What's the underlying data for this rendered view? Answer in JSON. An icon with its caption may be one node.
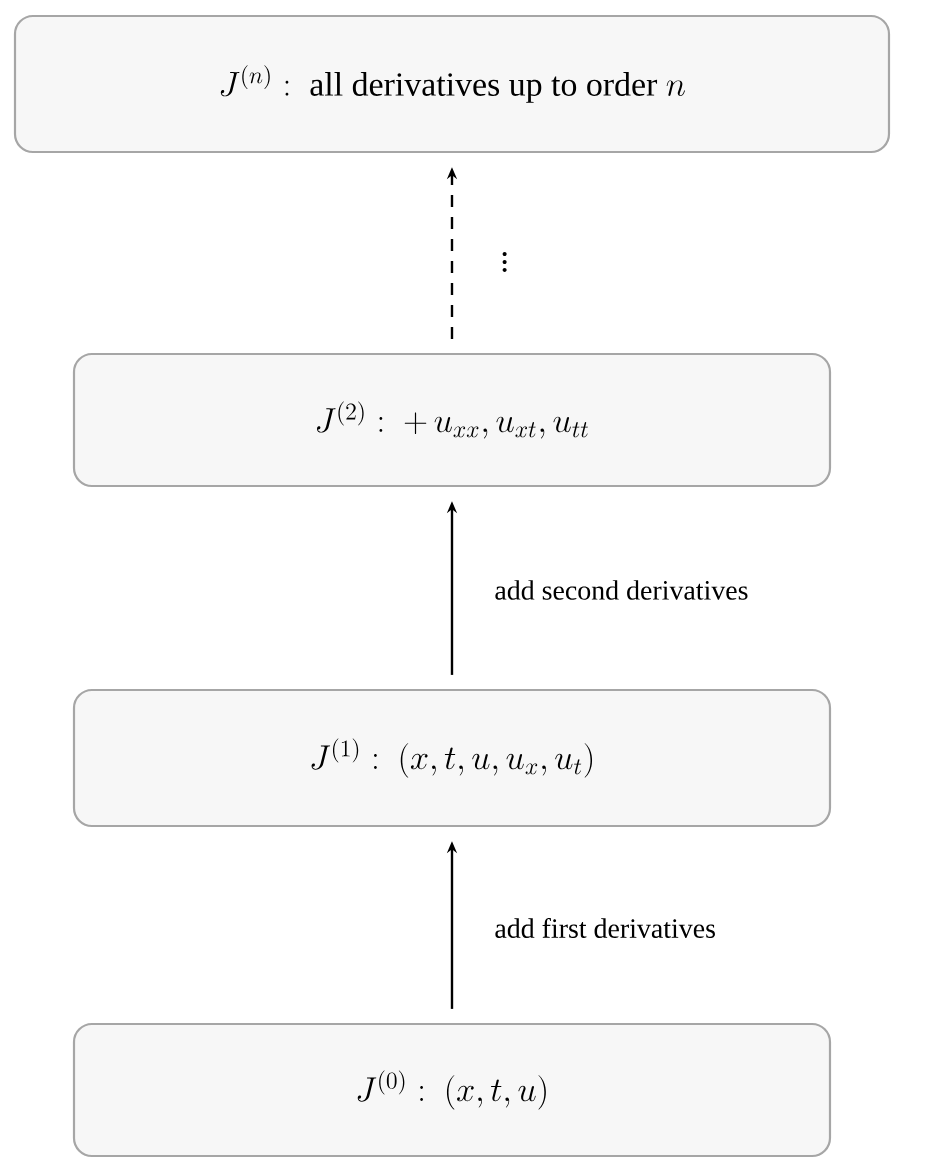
{
  "diagram": {
    "nodes": [
      {
        "text": [
          "J^{(0)}:\\ (x,t,u)"
        ]
      },
      {
        "text": [
          "J^{(1)}:\\ (x,t,u,u_x,u_t)"
        ]
      },
      {
        "text": [
          "J^{(2)}:\\ +\\,u_{xx},u_{xt},u_{tt}"
        ]
      },
      {
        "text": [
          "J^{(n)}:\\ \\mbox{all derivatives up to order }n"
        ]
      }
    ],
    "edges": [
      {
        "from": 0,
        "to": 1,
        "arrow": "to",
        "label": "add first derivatives"
      },
      {
        "from": 1,
        "to": 2,
        "arrow": "to",
        "label": "add second derivatives"
      },
      {
        "from": 2,
        "to": 3,
        "arrow": "to",
        "style": "dashed",
        "label": "\\vdots"
      }
    ]
  }
}
